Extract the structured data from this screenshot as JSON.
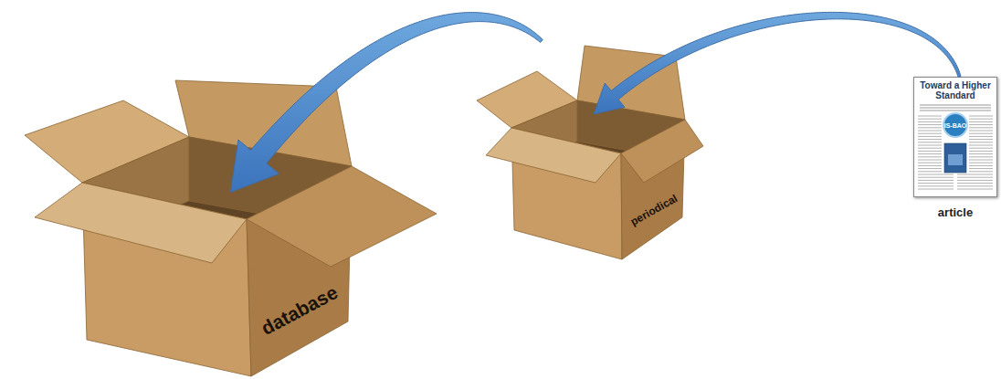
{
  "diagram": {
    "nodes": [
      {
        "text": [
          "database"
        ]
      },
      {
        "text": [
          "periodical"
        ]
      },
      {
        "text": [
          "Toward a Higher Standard",
          "IS-BAO",
          "article"
        ]
      }
    ],
    "edges": [
      {
        "from": 2,
        "to": 1,
        "arrow": "to"
      },
      {
        "from": 1,
        "to": 0,
        "arrow": "to"
      }
    ]
  }
}
